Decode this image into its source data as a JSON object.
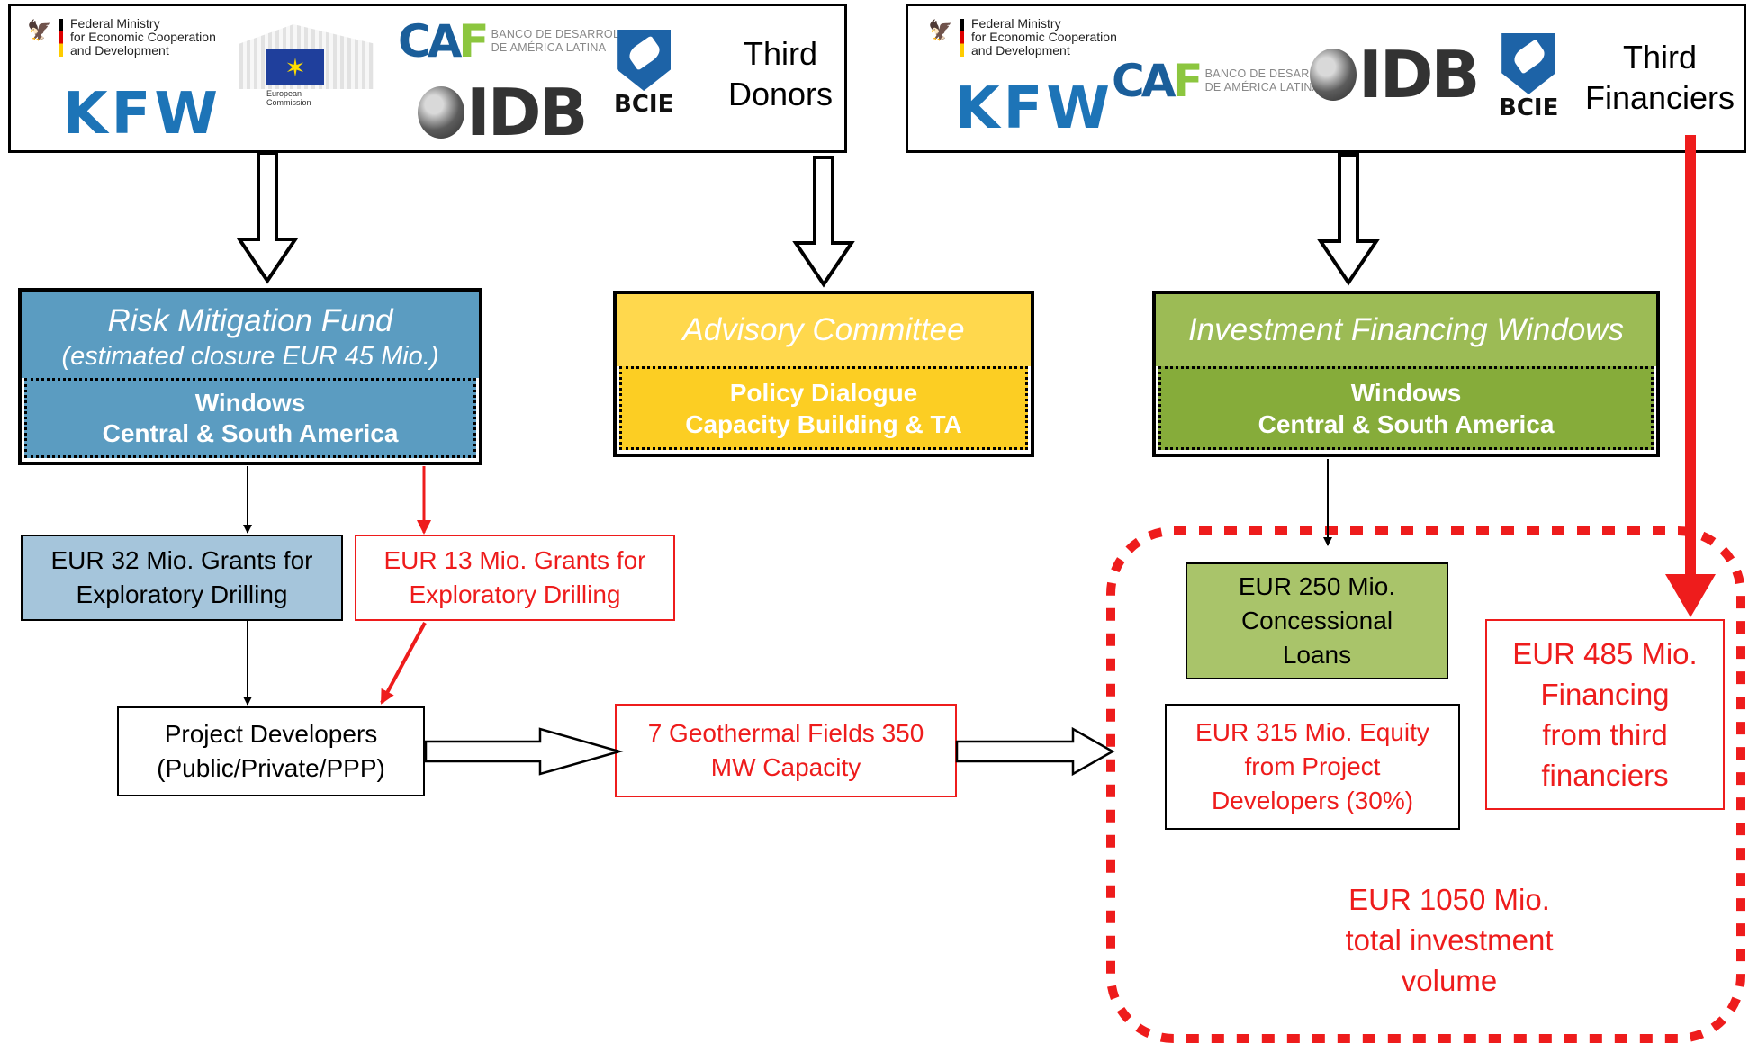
{
  "donors_left": {
    "bmz_text": [
      "Federal Ministry",
      "for Economic Cooperation",
      "and Development"
    ],
    "kfw": "KFW",
    "eu_caption": [
      "European",
      "Commission"
    ],
    "caf_mark": [
      "C",
      "A",
      "F"
    ],
    "caf_sub": [
      "BANCO DE DESARROLLO",
      "DE AMÉRICA LATINA"
    ],
    "idb": "IDB",
    "bcie": "BCIE",
    "third_label": [
      "Third",
      "Donors"
    ]
  },
  "donors_right": {
    "bmz_text": [
      "Federal Ministry",
      "for Economic Cooperation",
      "and Development"
    ],
    "kfw": "KFW",
    "caf_mark": [
      "C",
      "A",
      "F"
    ],
    "caf_sub": [
      "BANCO DE DESARROLLO",
      "DE AMÉRICA LATINA"
    ],
    "idb": "IDB",
    "bcie": "BCIE",
    "third_label": [
      "Third",
      "Financiers"
    ]
  },
  "risk_fund": {
    "title": "Risk Mitigation Fund",
    "subtitle": "(estimated closure EUR 45 Mio.)",
    "windows": "Windows",
    "region": "Central & South America"
  },
  "advisory": {
    "title": "Advisory Committee",
    "line1": "Policy Dialogue",
    "line2": "Capacity Building & TA"
  },
  "investment": {
    "title": "Investment Financing Windows",
    "windows": "Windows",
    "region": "Central & South America"
  },
  "grants_32": [
    "EUR 32 Mio. Grants for",
    "Exploratory Drilling"
  ],
  "grants_13": [
    "EUR 13 Mio. Grants for",
    "Exploratory Drilling"
  ],
  "developers": [
    "Project Developers",
    "(Public/Private/PPP)"
  ],
  "geothermal": [
    "7 Geothermal Fields 350",
    "MW Capacity"
  ],
  "loans": [
    "EUR 250 Mio.",
    "Concessional",
    "Loans"
  ],
  "equity": [
    "EUR 315 Mio. Equity",
    "from Project",
    "Developers (30%)"
  ],
  "financing": [
    "EUR 485 Mio.",
    "Financing",
    "from third",
    "financiers"
  ],
  "total": [
    "EUR 1050 Mio.",
    "total investment",
    "volume"
  ],
  "colors": {
    "red": "#ee1c1c",
    "fund_blue": "#5b9cc1",
    "grant_blue": "#a5c5db",
    "advisory_yellow": "#ffd84d",
    "investment_green": "#9cbb55",
    "loan_green": "#a9c46a"
  },
  "icons": [
    "eagle-icon",
    "eu-flag-icon",
    "globe-icon",
    "bcie-shield-icon"
  ]
}
